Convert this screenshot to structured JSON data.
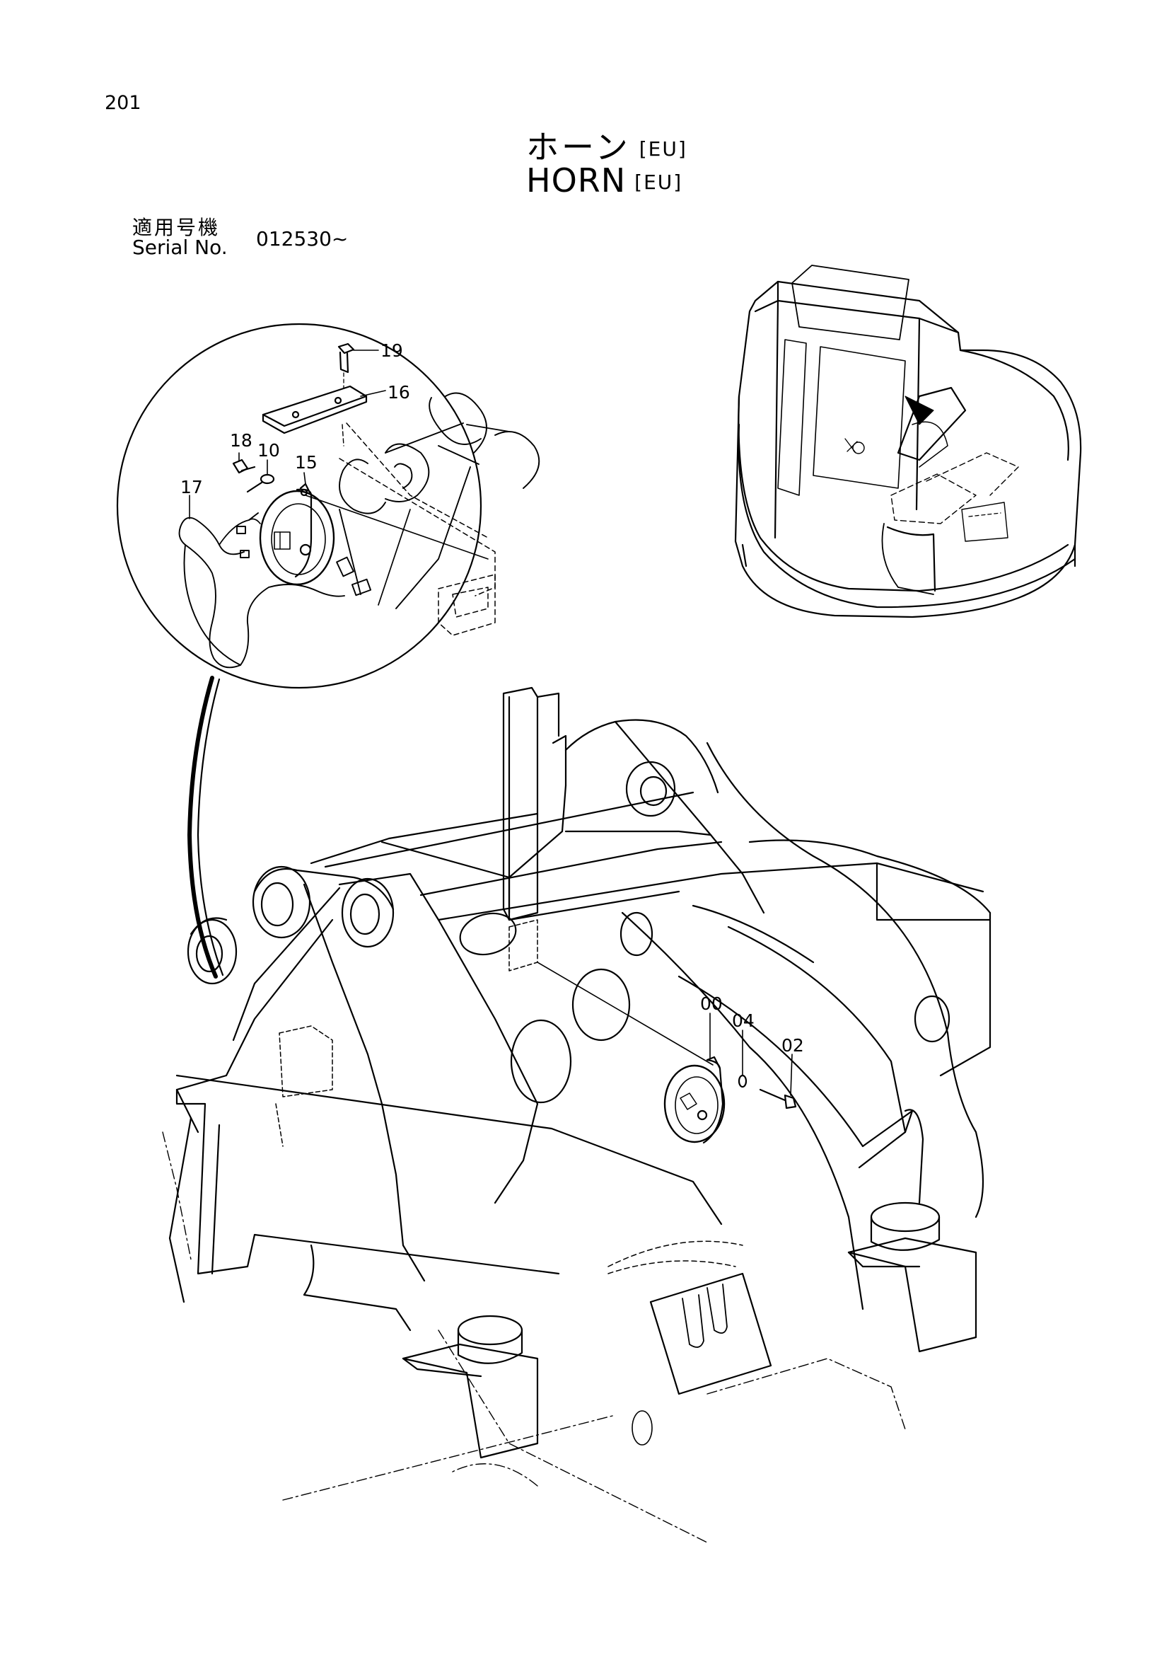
{
  "page": {
    "number": "201"
  },
  "title": {
    "jp": "ホーン",
    "en": "HORN",
    "tag": "[EU]"
  },
  "serial": {
    "label_jp": "適用号機",
    "label_en": "Serial No.",
    "value": "012530~"
  },
  "callouts": {
    "c19": "19",
    "c16": "16",
    "c18": "18",
    "c10": "10",
    "c15": "15",
    "c17": "17",
    "c00": "00",
    "c04": "04",
    "c02": "02"
  },
  "icons": [
    "horn-icon",
    "bolt-icon",
    "bracket-icon",
    "harness-icon",
    "excavator-icon"
  ]
}
